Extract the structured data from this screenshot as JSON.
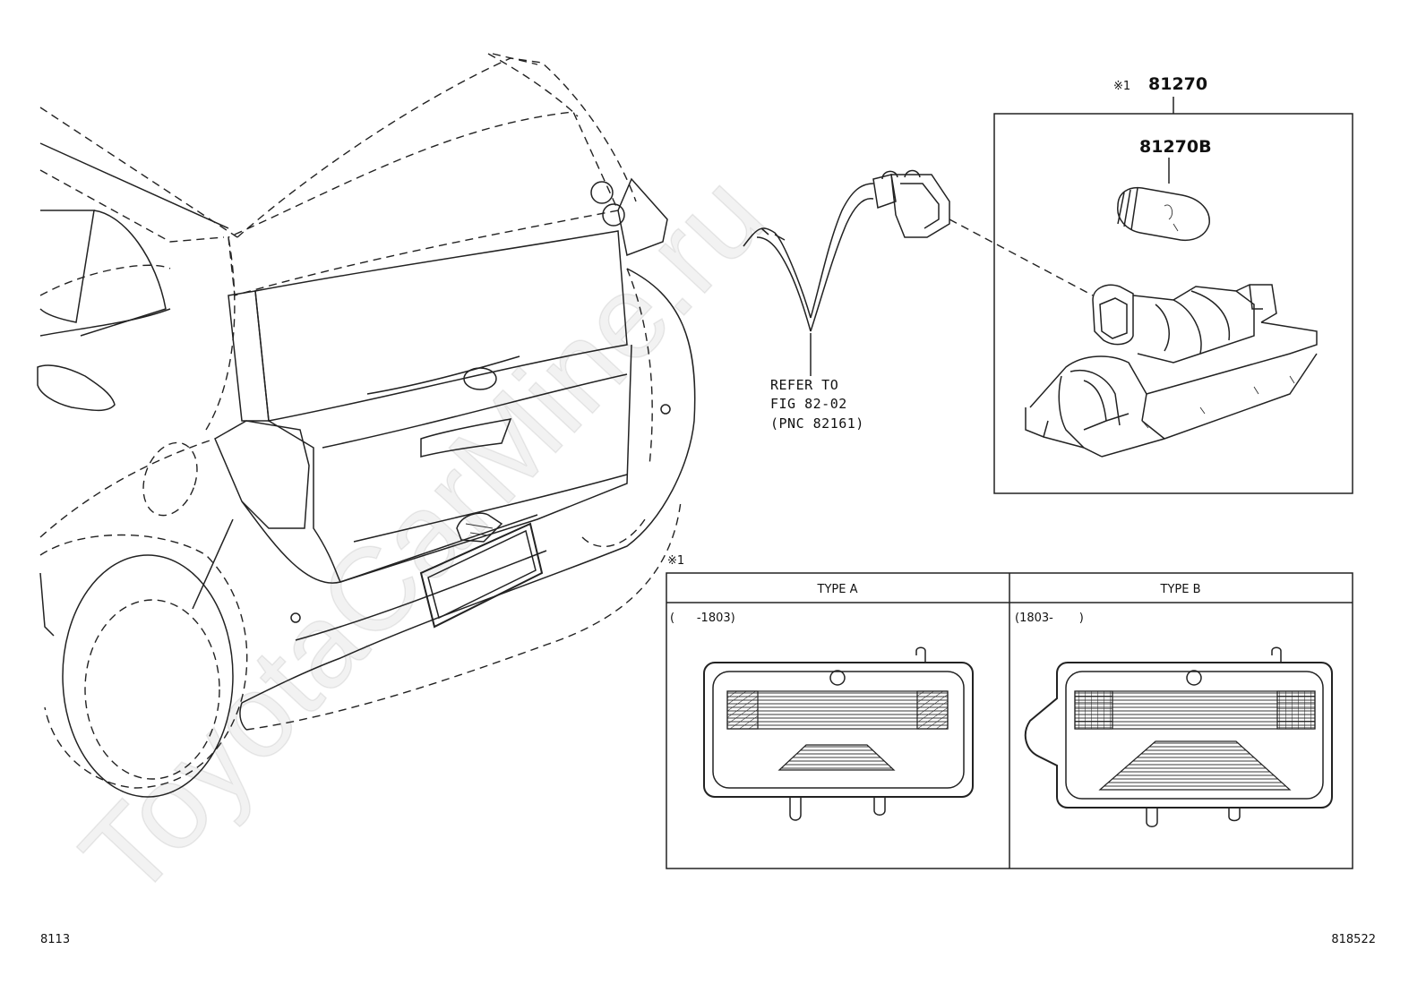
{
  "watermark": "ToyotaCarMine.ru",
  "parts": {
    "assembly_marker": "※1",
    "assembly_number": "81270",
    "bulb_number": "81270B"
  },
  "refer_note": {
    "line1": "REFER TO",
    "line2": "FIG 82-02",
    "line3": "(PNC 82161)"
  },
  "type_table": {
    "marker": "※1",
    "type_a": {
      "header": "TYPE A",
      "range": "(      -1803)"
    },
    "type_b": {
      "header": "TYPE B",
      "range": "(1803-       )"
    }
  },
  "footer": {
    "left_code": "8113",
    "right_code": "818522"
  }
}
